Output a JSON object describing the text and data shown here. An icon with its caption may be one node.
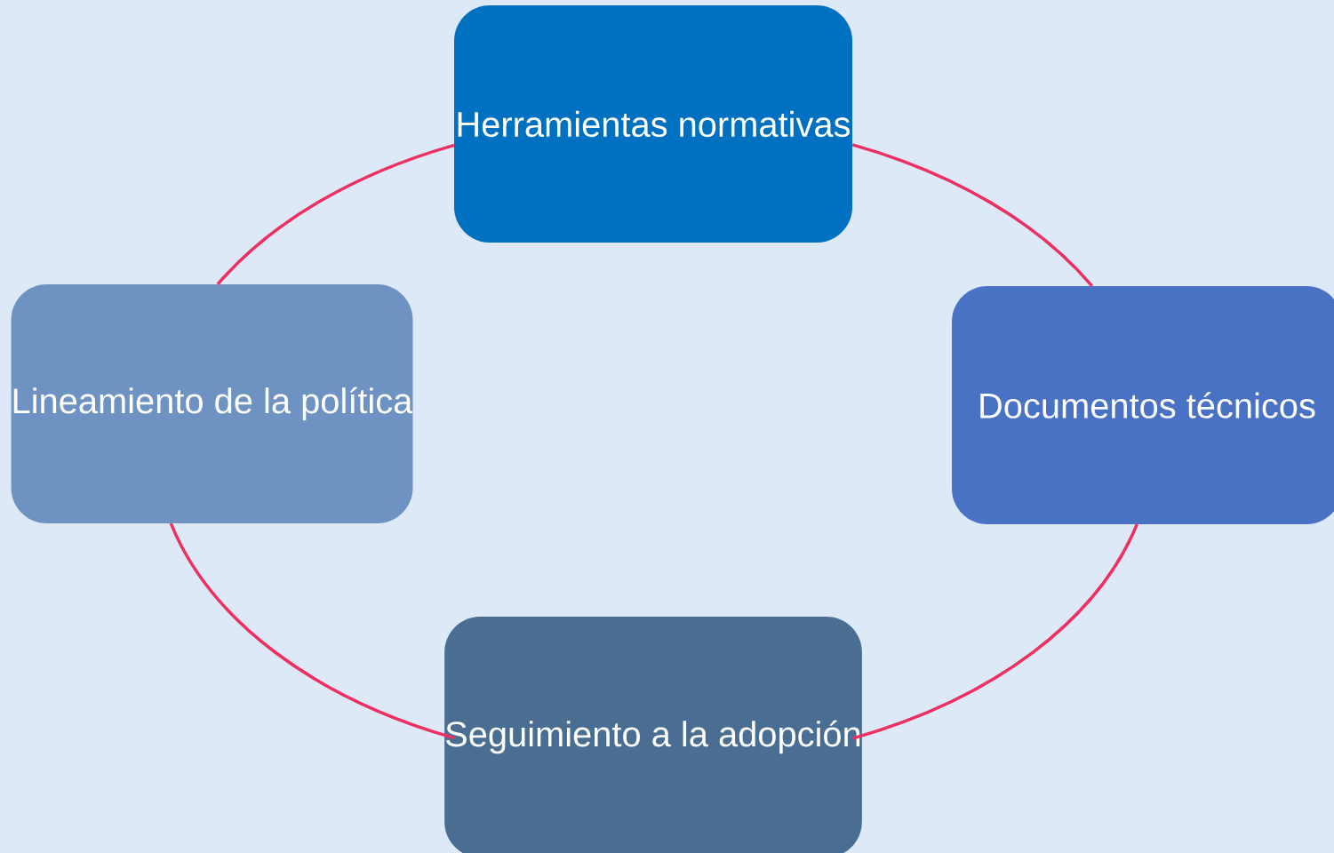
{
  "diagram": {
    "nodes": [
      {
        "text": [
          "Herramientas normativas"
        ]
      },
      {
        "text": [
          "Documentos técnicos"
        ]
      },
      {
        "text": [
          "Seguimiento a la adopción"
        ]
      },
      {
        "text": [
          "Lineamiento de la política"
        ]
      }
    ],
    "edges": [
      {
        "from": 0,
        "to": 1,
        "arrow": "none"
      },
      {
        "from": 1,
        "to": 2,
        "arrow": "none"
      },
      {
        "from": 2,
        "to": 3,
        "arrow": "none"
      },
      {
        "from": 3,
        "to": 0,
        "arrow": "none"
      }
    ]
  }
}
